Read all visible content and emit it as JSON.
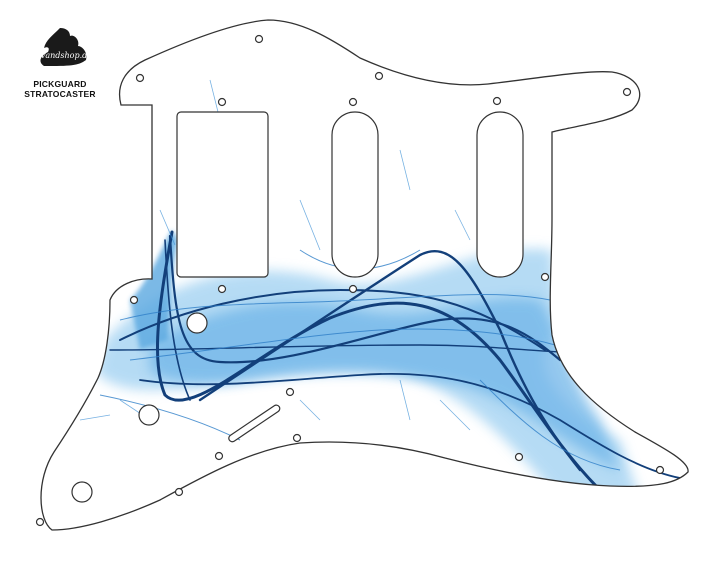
{
  "brand": {
    "logo_text": "dd-Vandshop.de",
    "title_line1": "PICKGUARD",
    "title_line2": "STRATOCASTER"
  },
  "colors": {
    "outline": "#333333",
    "pickguard": "#ffffff",
    "swirl_light": "#8ec8ef",
    "swirl_mid": "#3d97d8",
    "swirl_dark": "#0d3f7a",
    "logo_flame": "#1a1a1a"
  }
}
